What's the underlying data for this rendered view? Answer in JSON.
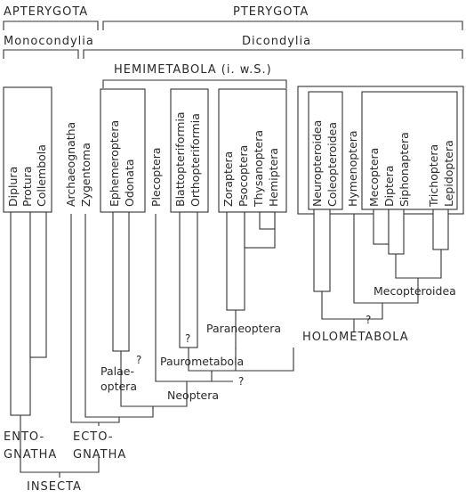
{
  "header": {
    "apterygota": "APTERYGOTA",
    "pterygota": "PTERYGOTA",
    "monocondylia": "Monocondylia",
    "dicondylia": "Dicondylia",
    "hemimetabola": "HEMIMETABOLA (i. w.S.)"
  },
  "taxa": {
    "diplura": "Diplura",
    "protura": "Protura",
    "collembola": "Collembola",
    "archaeognatha": "Archaeognatha",
    "zygentoma": "Zygentoma",
    "ephemeroptera": "Ephemeroptera",
    "odonata": "Odonata",
    "plecoptera": "Plecoptera",
    "blattopteriformia": "Blattopteriformia",
    "orthopteriformia": "Orthopteriformia",
    "zoraptera": "Zoraptera",
    "psocoptera": "Psocoptera",
    "thysanoptera": "Thysanoptera",
    "hemiptera": "Hemiptera",
    "neuropteroidea": "Neuropteroidea",
    "coleopteroidea": "Coleopteroidea",
    "hymenoptera": "Hymenoptera",
    "mecoptera": "Mecoptera",
    "diptera": "Diptera",
    "siphonaptera": "Siphonaptera",
    "trichoptera": "Trichoptera",
    "lepidoptera": "Lepidoptera"
  },
  "groups": {
    "mecopteroidea": "Mecopteroidea",
    "holometabola": "HOLOMETABOLA",
    "paraneoptera": "Paraneoptera",
    "paurometabola": "Paurometabola",
    "palae1": "Palae-",
    "palae2": "optera",
    "neoptera": "Neoptera",
    "ento1": "ENTO-",
    "ento2": "GNATHA",
    "ecto1": "ECTO-",
    "ecto2": "GNATHA",
    "insecta": "INSECTA"
  },
  "marks": {
    "q": "?"
  }
}
